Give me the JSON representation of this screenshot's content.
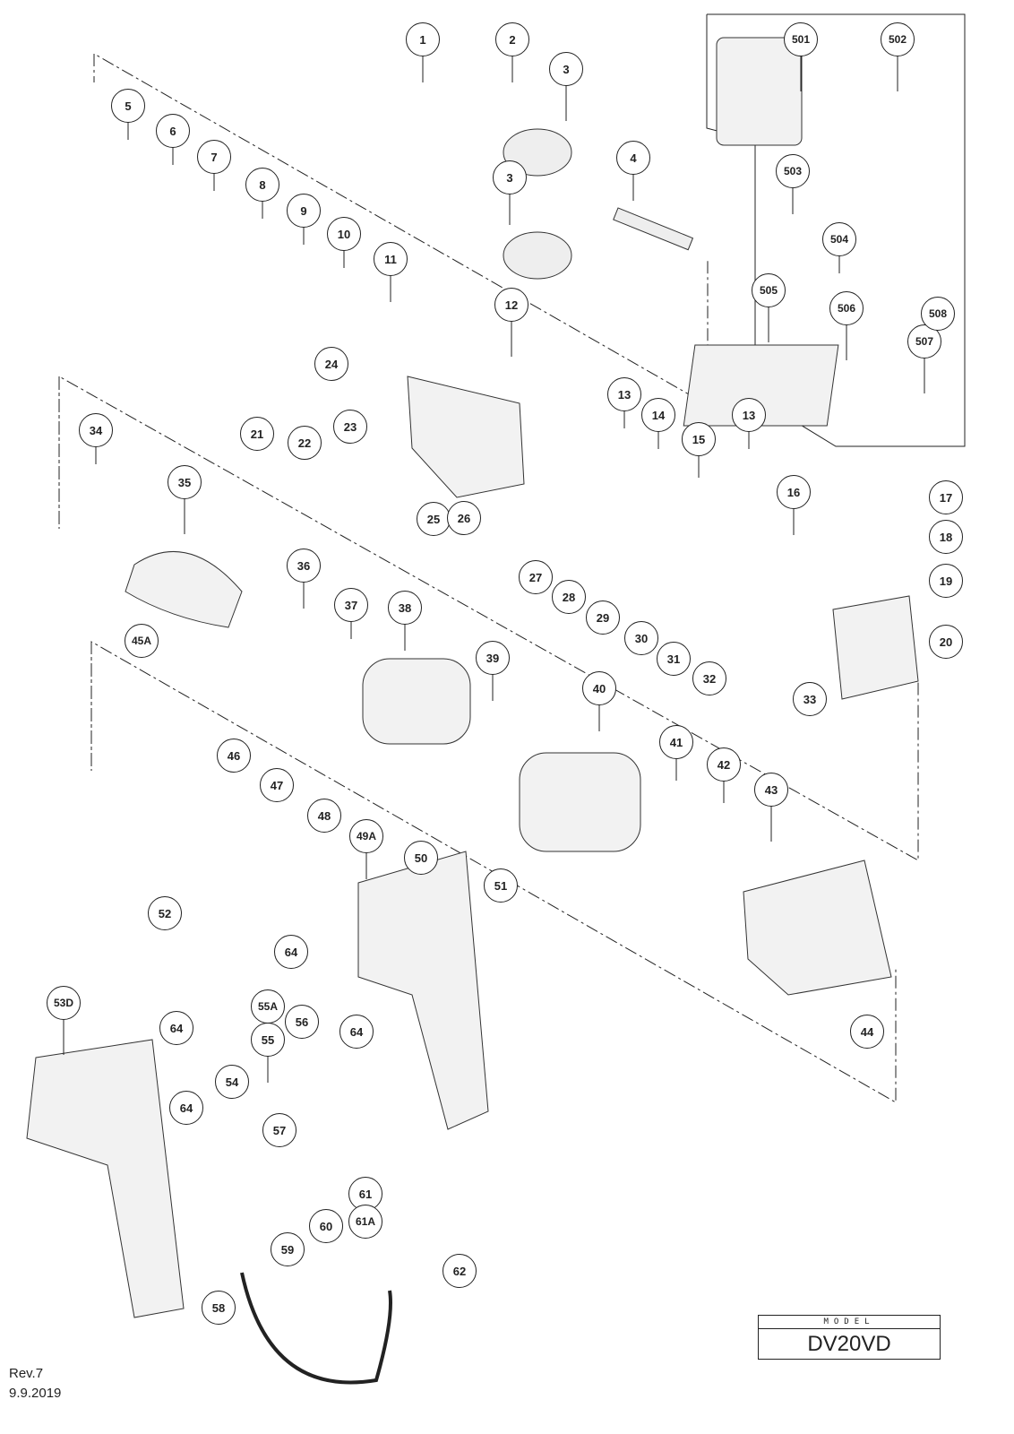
{
  "callouts": [
    "1",
    "2",
    "3",
    "3",
    "4",
    "5",
    "6",
    "7",
    "8",
    "9",
    "10",
    "11",
    "12",
    "13",
    "14",
    "15",
    "13",
    "16",
    "17",
    "18",
    "19",
    "20",
    "21",
    "22",
    "23",
    "24",
    "25",
    "26",
    "27",
    "28",
    "29",
    "30",
    "31",
    "32",
    "33",
    "34",
    "35",
    "36",
    "37",
    "38",
    "39",
    "40",
    "41",
    "42",
    "43",
    "44",
    "45A",
    "46",
    "47",
    "48",
    "49A",
    "50",
    "51",
    "52",
    "53D",
    "54",
    "55A",
    "55",
    "56",
    "57",
    "58",
    "59",
    "60",
    "61",
    "61A",
    "62",
    "64",
    "64",
    "64",
    "64",
    "501",
    "502",
    "503",
    "504",
    "505",
    "506",
    "507",
    "508"
  ],
  "model": {
    "label": "MODEL",
    "value": "DV20VD"
  },
  "revision": "Rev.7",
  "date": "9.9.2019"
}
